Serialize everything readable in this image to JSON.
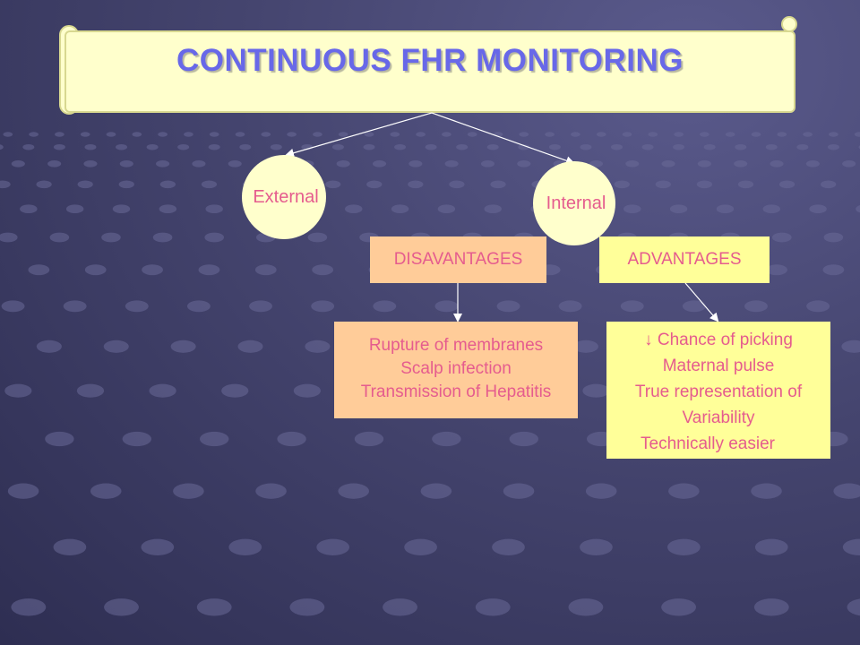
{
  "title": "CONTINUOUS FHR MONITORING",
  "branches": {
    "external": "External",
    "internal": "Internal"
  },
  "disadvantages": {
    "header": "DISAVANTAGES",
    "items": [
      "Rupture of membranes",
      "Scalp infection",
      "Transmission of Hepatitis"
    ]
  },
  "advantages": {
    "header": "ADVANTAGES",
    "items": [
      "↓ Chance of picking",
      "Maternal pulse",
      "True representation of",
      "Variability",
      "Technically easier"
    ]
  },
  "colors": {
    "background": "#45456f",
    "banner_fill": "#ffffcc",
    "title_text": "#6868e8",
    "label_text": "#e55c8e",
    "disadvantage_fill": "#ffcc99",
    "advantage_fill": "#ffff99",
    "connector": "#ffffff"
  }
}
